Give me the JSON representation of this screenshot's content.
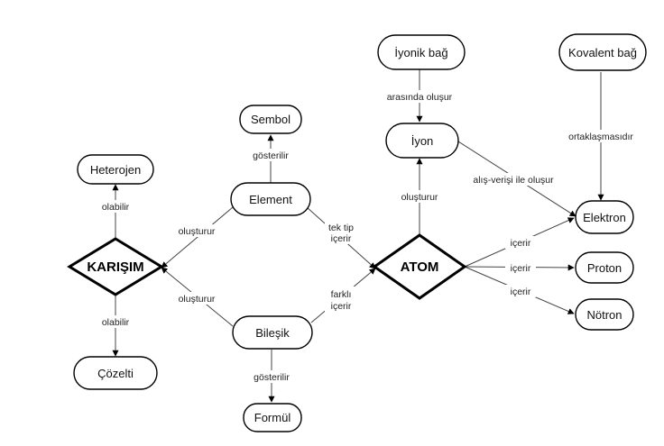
{
  "nodes": {
    "heterojen": "Heterojen",
    "karisim": "KARIŞIM",
    "cozelti": "Çözelti",
    "sembol": "Sembol",
    "element": "Element",
    "bilesik": "Bileşik",
    "formul": "Formül",
    "atom": "ATOM",
    "iyonik_bag": "İyonik bağ",
    "iyon": "İyon",
    "kovalent_bag": "Kovalent bağ",
    "elektron": "Elektron",
    "proton": "Proton",
    "notron": "Nötron"
  },
  "edges": {
    "karisim_heterojen": "olabilir",
    "karisim_cozelti": "olabilir",
    "element_sembol": "gösterilir",
    "element_karisim": "oluşturur",
    "bilesik_karisim": "oluşturur",
    "bilesik_formul": "gösterilir",
    "element_atom_1": "tek tip",
    "element_atom_2": "içerir",
    "bilesik_atom_1": "farklı",
    "bilesik_atom_2": "içerir",
    "iyonik_iyon": "arasında oluşur",
    "atom_iyon": "oluşturur",
    "iyon_elektron": "alış-verişi ile oluşur",
    "kovalent_elektron": "ortaklaşmasıdır",
    "atom_elektron": "içerir",
    "atom_proton": "içerir",
    "atom_notron": "içerir"
  }
}
